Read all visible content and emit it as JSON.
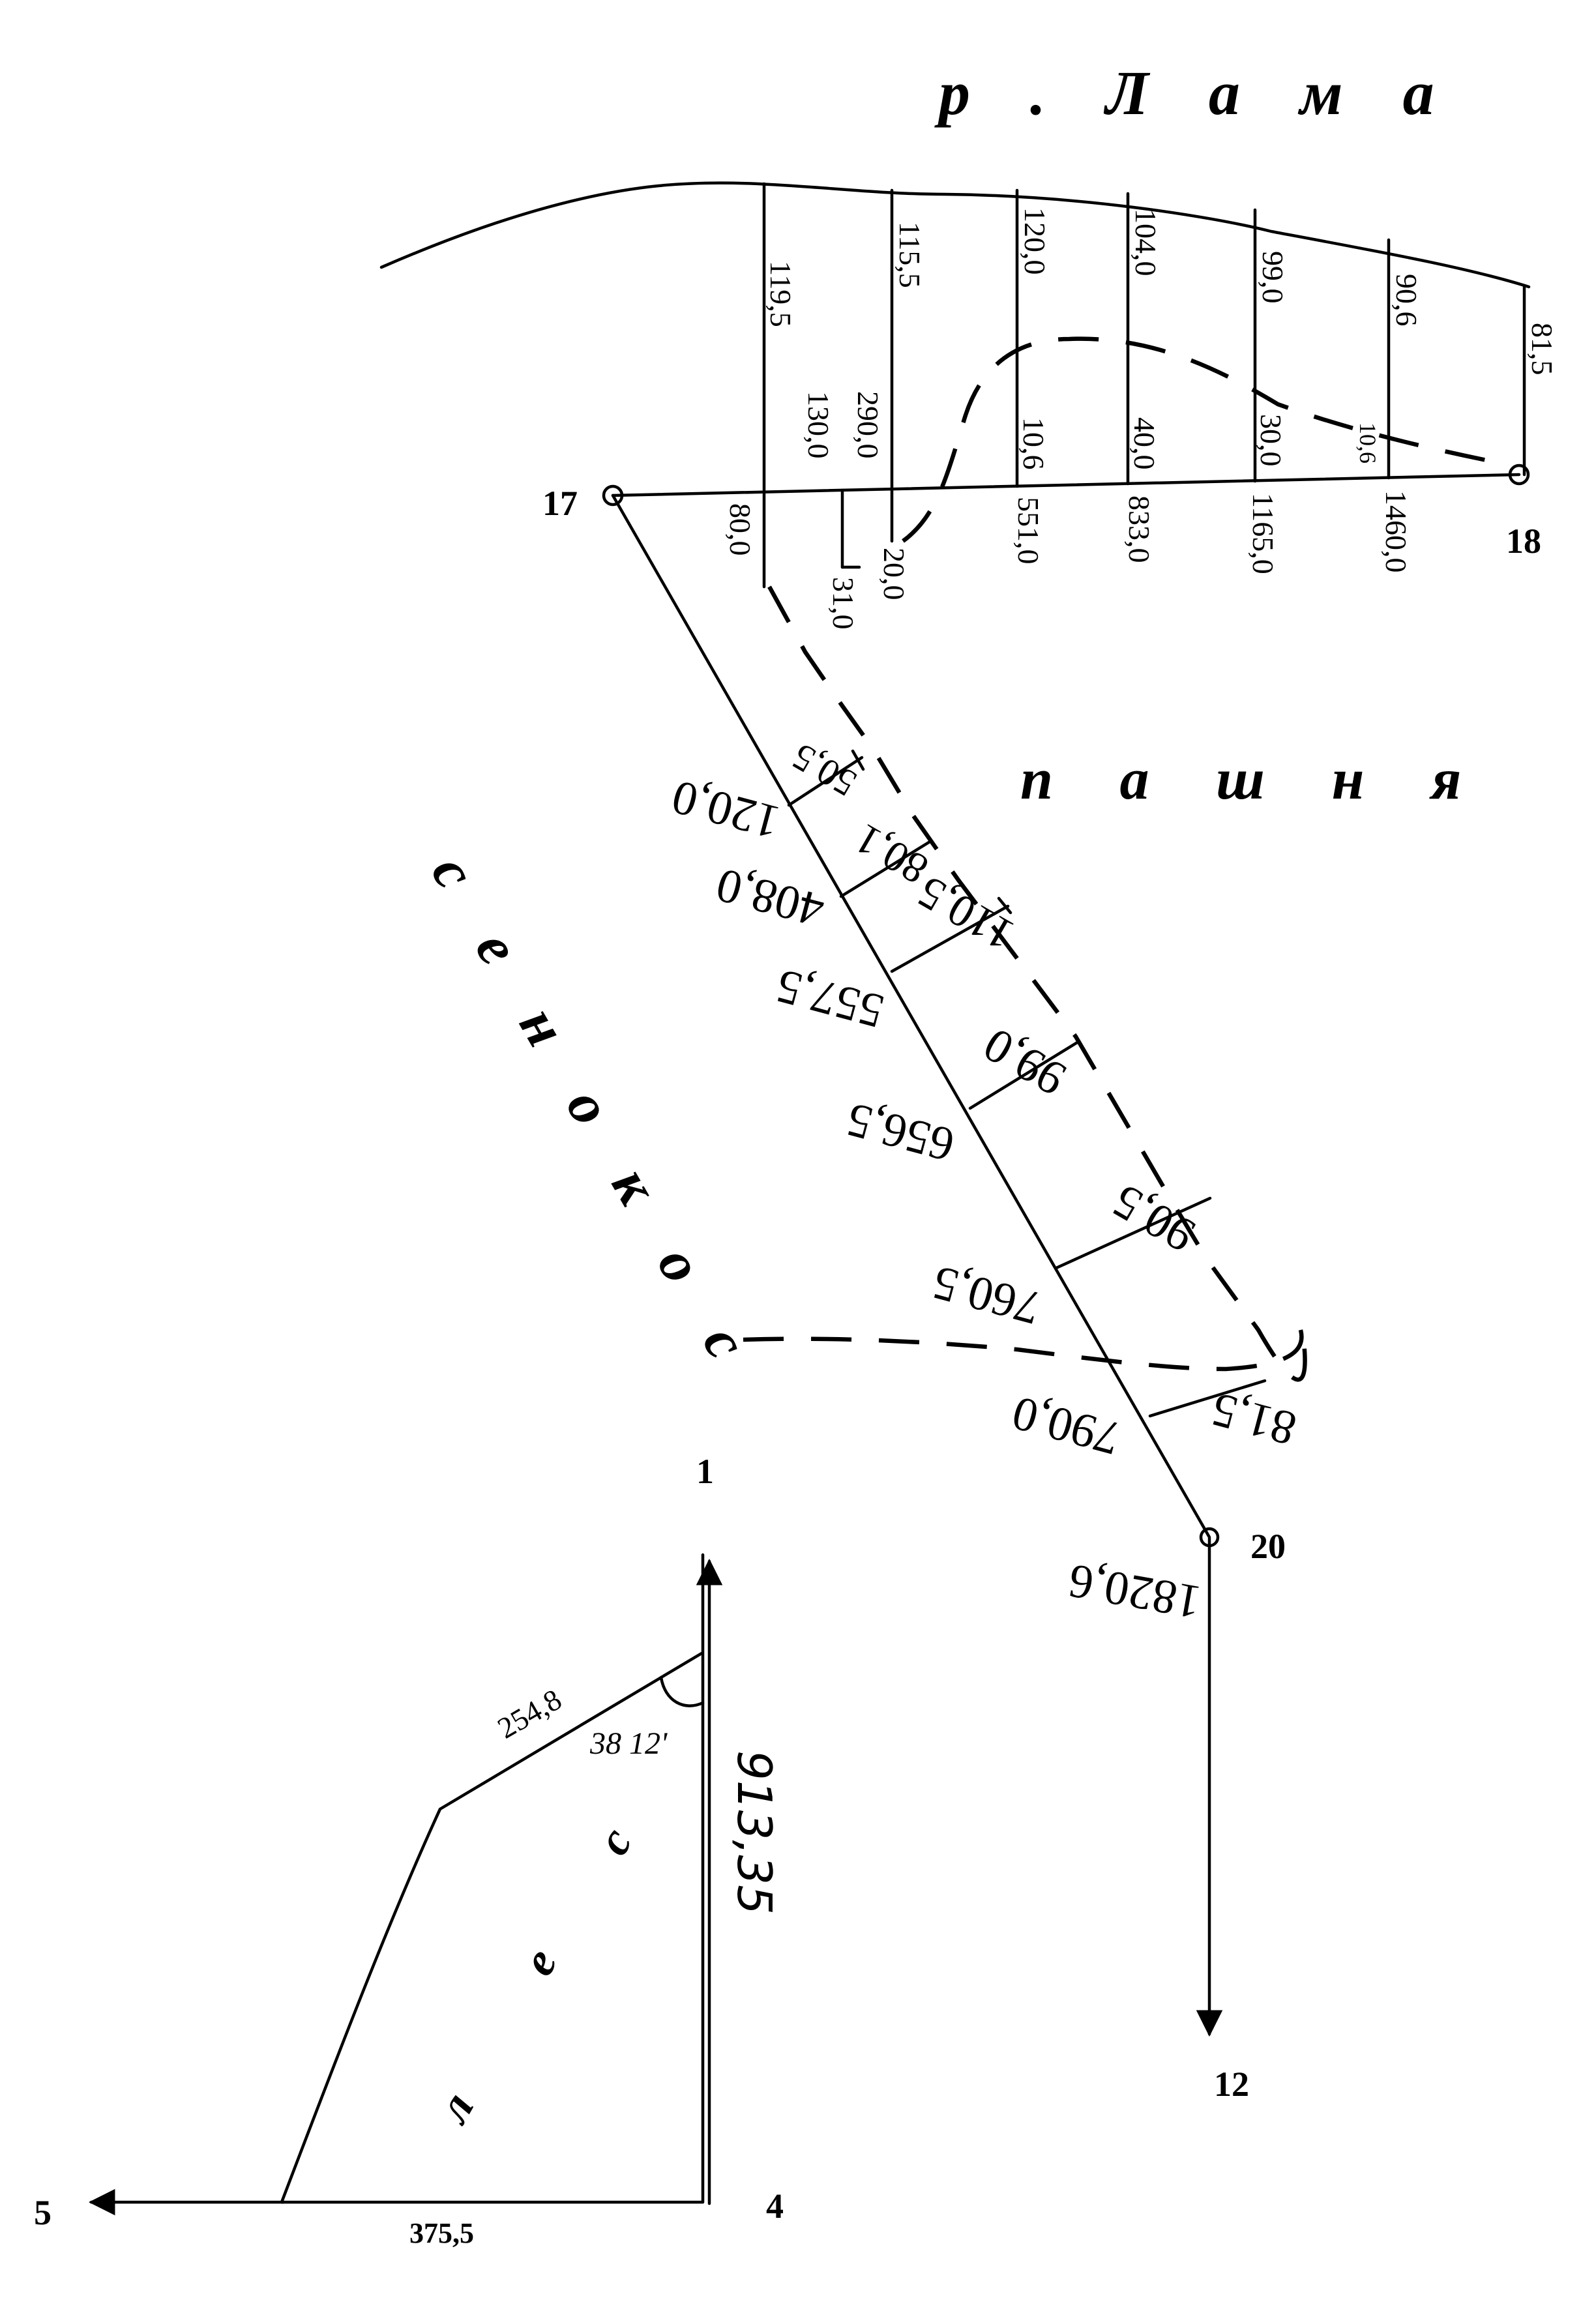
{
  "river_label": "р . Л а м а",
  "field_label": "п а ш н я",
  "hayfield_label": "с е н о к о с",
  "forest_label": [
    "л",
    "е",
    "с"
  ],
  "points": {
    "p17": "17",
    "p18": "18",
    "p20": "20",
    "p1": "1",
    "p12": "12",
    "p4": "4",
    "p5": "5"
  },
  "line_17_18": {
    "offsets_to_river": [
      "119,5",
      "115,5",
      "120,0",
      "104,0",
      "99,0",
      "90,6",
      "81,5"
    ],
    "offsets_short": [
      "130,0",
      "290,0",
      "10,6",
      "40,0",
      "30,0",
      "10,6"
    ],
    "chainages": [
      "80,0",
      "31,0",
      "20,0",
      "551,0",
      "833,0",
      "1165,0",
      "1460,0"
    ]
  },
  "line_17_20": {
    "offsets": [
      "50,5",
      "80,1",
      "110,5",
      "99,0",
      "90,5",
      "81,5"
    ],
    "chainages": [
      "120,0",
      "408,0",
      "557,5",
      "656,5",
      "760,5",
      "790,0"
    ],
    "total": "1820,6"
  },
  "forest_polygon": {
    "side_top": "254,8",
    "angle": "38 12'",
    "side_right": "913,35",
    "side_bottom": "375,5"
  }
}
